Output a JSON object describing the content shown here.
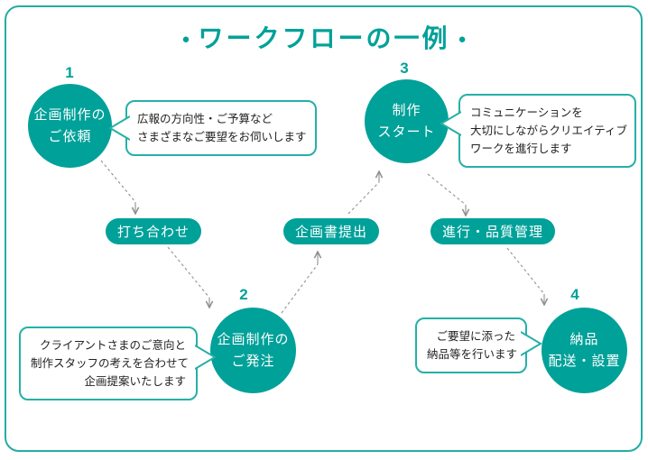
{
  "title": {
    "text": "ワークフローの一例",
    "bullet": "●"
  },
  "steps": [
    {
      "number": "1",
      "label_lines": [
        "企画制作の",
        "ご依頼"
      ],
      "bubble_lines": [
        "広報の方向性・ご予算など",
        "さまざまなご要望をお伺いします"
      ]
    },
    {
      "number": "2",
      "label_lines": [
        "企画制作の",
        "ご発注"
      ],
      "bubble_lines": [
        "クライアントさまのご意向と",
        "制作スタッフの考えを合わせて",
        "企画提案いたします"
      ]
    },
    {
      "number": "3",
      "label_lines": [
        "制作",
        "スタート"
      ],
      "bubble_lines": [
        "コミュニケーションを",
        "大切にしながらクリエイティブ",
        "ワークを進行します"
      ]
    },
    {
      "number": "4",
      "label_lines": [
        "納品",
        "配送・設置"
      ],
      "bubble_lines": [
        "ご要望に添った",
        "納品等を行います"
      ]
    }
  ],
  "connectors": [
    {
      "label": "打ち合わせ"
    },
    {
      "label": "企画書提出"
    },
    {
      "label": "進行・品質管理"
    }
  ],
  "colors": {
    "teal": "#00A199",
    "frame_border": "#23ADA4",
    "bubble_border": "#25B0A7",
    "arrow_gray": "#999999",
    "text_dark": "#222222",
    "circle_text": "#FFFFFF"
  }
}
